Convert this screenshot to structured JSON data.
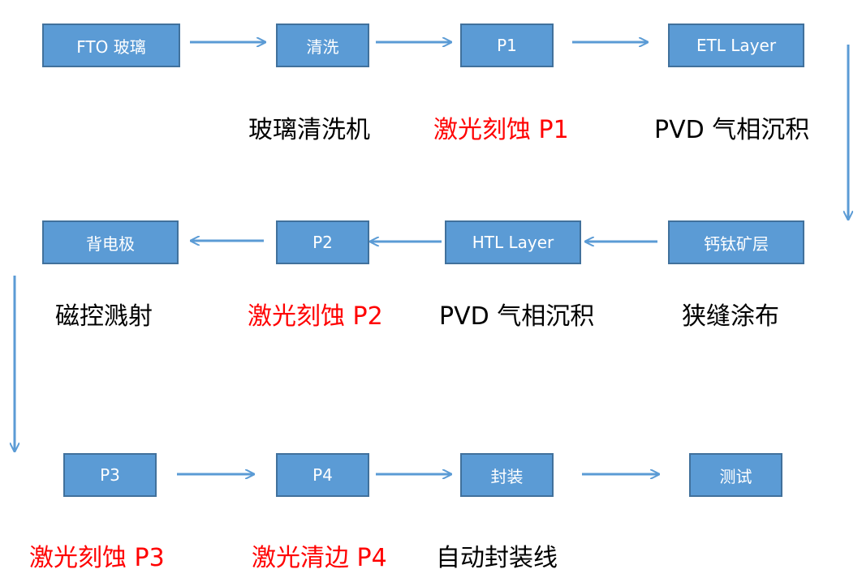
{
  "colors": {
    "box_fill": "#5b9bd5",
    "box_border": "#41719c",
    "box_text": "#ffffff",
    "arrow": "#5b9bd5",
    "caption": "#000000",
    "caption_highlight": "#ff0000"
  },
  "row1": {
    "steps": [
      "FTO 玻璃",
      "清洗",
      "P1",
      "ETL Layer"
    ],
    "captions": [
      "玻璃清洗机",
      "激光刻蚀 P1",
      "PVD 气相沉积"
    ]
  },
  "row2": {
    "steps": [
      "背电极",
      "P2",
      "HTL Layer",
      "钙钛矿层"
    ],
    "captions": [
      "磁控溅射",
      "激光刻蚀 P2",
      "PVD 气相沉积",
      "狭缝涂布"
    ]
  },
  "row3": {
    "steps": [
      "P3",
      "P4",
      "封装",
      "测试"
    ],
    "captions": [
      "激光刻蚀 P3",
      "激光清边 P4",
      "自动封装线"
    ]
  }
}
